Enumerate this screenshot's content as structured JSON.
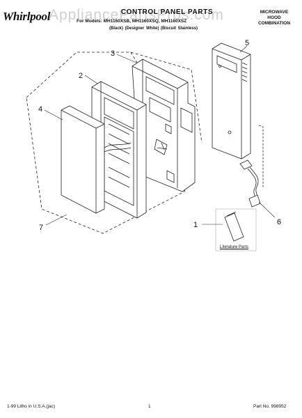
{
  "header": {
    "brand": "Whirlpool",
    "watermark": "AppliancePartsPros.com",
    "title": "CONTROL PANEL PARTS",
    "models": "For Models: MH1160XSB, MH1160XSQ, MH1160XSZ",
    "variants": "(Black)  (Designer White)  (Biscuit Stainless)",
    "product_lines": [
      "MICROWAVE",
      "HOOD",
      "COMBINATION"
    ]
  },
  "diagram": {
    "callouts": [
      "1",
      "2",
      "3",
      "4",
      "5",
      "6",
      "7"
    ],
    "literature_label": "Literature Parts"
  },
  "footer": {
    "litho": "1-99 Litho in U.S.A.(jac)",
    "page_number": "1",
    "part_number": "Part No. 998952"
  }
}
